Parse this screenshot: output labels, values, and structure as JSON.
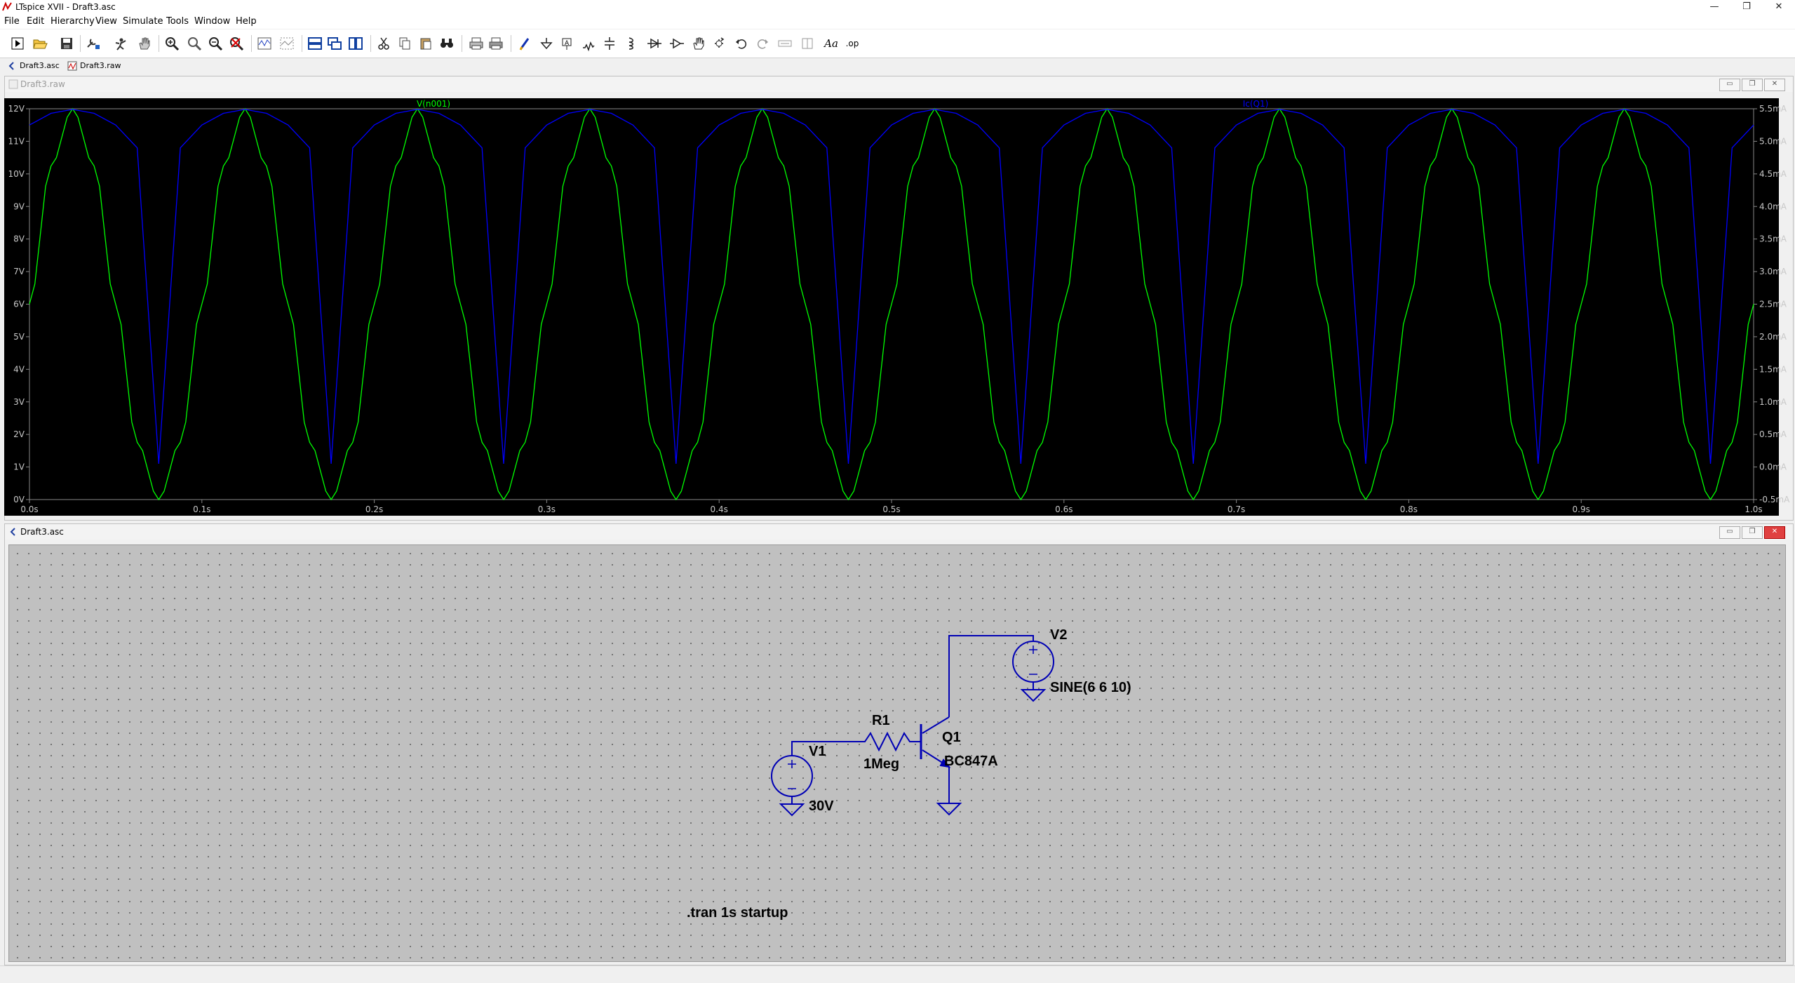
{
  "window": {
    "title": "LTspice XVII - Draft3.asc",
    "minimize": "—",
    "maximize": "❐",
    "close": "✕"
  },
  "menu": {
    "items": [
      "File",
      "Edit",
      "Hierarchy",
      "View",
      "Simulate",
      "Tools",
      "Window",
      "Help"
    ]
  },
  "tabs": [
    {
      "label": "Draft3.asc",
      "icon": "schematic-tab-icon"
    },
    {
      "label": "Draft3.raw",
      "icon": "waveform-tab-icon"
    }
  ],
  "toolbar": {
    "buttons": [
      "run-icon",
      "open-icon",
      "save-icon",
      "control-panel-icon",
      "halt-icon",
      "pan-icon",
      "zoom-in-icon",
      "zoom-area-icon",
      "zoom-out-icon",
      "zoom-cancel-icon",
      "autorange-icon",
      "grid-icon",
      "tile-horizontal-icon",
      "cascade-icon",
      "tile-vertical-icon",
      "cut-icon",
      "copy-icon",
      "paste-icon",
      "find-icon",
      "print-icon",
      "print-setup-icon",
      "draw-wire-icon",
      "ground-icon",
      "label-net-icon",
      "resistor-icon",
      "capacitor-icon",
      "inductor-icon",
      "diode-icon",
      "component-icon",
      "move-icon",
      "drag-icon",
      "undo-icon",
      "redo-icon",
      "rotate-icon",
      "mirror-icon",
      "text-icon",
      "spice-directive-icon"
    ],
    "text_labels": {
      "text-icon": "Aa",
      "spice-directive-icon": ".op"
    }
  },
  "plot_window": {
    "title": "Draft3.raw"
  },
  "schematic_window": {
    "title": "Draft3.asc"
  },
  "chart_data": {
    "type": "line",
    "x": [
      0,
      0.0125,
      0.025,
      0.0375,
      0.05,
      0.0625,
      0.075,
      0.0875,
      0.1,
      0.1125,
      0.125,
      0.1375,
      0.15,
      0.1625,
      0.175,
      0.1875,
      0.2,
      0.2125,
      0.225,
      0.2375,
      0.25,
      0.2625,
      0.275,
      0.2875,
      0.3,
      0.3125,
      0.325,
      0.3375,
      0.35,
      0.3625,
      0.375,
      0.3875,
      0.4,
      0.4125,
      0.425,
      0.4375,
      0.45,
      0.4625,
      0.475,
      0.4875,
      0.5,
      0.5125,
      0.525,
      0.5375,
      0.55,
      0.5625,
      0.575,
      0.5875,
      0.6,
      0.6125,
      0.625,
      0.6375,
      0.65,
      0.6625,
      0.675,
      0.6875,
      0.7,
      0.7125,
      0.725,
      0.7375,
      0.75,
      0.7625,
      0.775,
      0.7875,
      0.8,
      0.8125,
      0.825,
      0.8375,
      0.85,
      0.8625,
      0.875,
      0.8875,
      0.9,
      0.9125,
      0.925,
      0.9375,
      0.95,
      0.9625,
      0.975,
      0.9875,
      1.0
    ],
    "series": [
      {
        "name": "V(n001)",
        "axis": "left",
        "color": "#00ff00",
        "values": [
          6,
          10.24,
          12,
          10.24,
          6,
          1.76,
          0,
          1.76,
          6,
          10.24,
          12,
          10.24,
          6,
          1.76,
          0,
          1.76,
          6,
          10.24,
          12,
          10.24,
          6,
          1.76,
          0,
          1.76,
          6,
          10.24,
          12,
          10.24,
          6,
          1.76,
          0,
          1.76,
          6,
          10.24,
          12,
          10.24,
          6,
          1.76,
          0,
          1.76,
          6,
          10.24,
          12,
          10.24,
          6,
          1.76,
          0,
          1.76,
          6,
          10.24,
          12,
          10.24,
          6,
          1.76,
          0,
          1.76,
          6,
          10.24,
          12,
          10.24,
          6,
          1.76,
          0,
          1.76,
          6,
          10.24,
          12,
          10.24,
          6,
          1.76,
          0,
          1.76,
          6,
          10.24,
          12,
          10.24,
          6,
          1.76,
          0,
          1.76,
          6
        ]
      },
      {
        "name": "Ic(Q1)",
        "axis": "right",
        "color": "#0000ff",
        "values": [
          5.25,
          5.43,
          5.49,
          5.43,
          5.25,
          4.9,
          0.05,
          4.9,
          5.25,
          5.43,
          5.49,
          5.43,
          5.25,
          4.9,
          0.05,
          4.9,
          5.25,
          5.43,
          5.49,
          5.43,
          5.25,
          4.9,
          0.05,
          4.9,
          5.25,
          5.43,
          5.49,
          5.43,
          5.25,
          4.9,
          0.05,
          4.9,
          5.25,
          5.43,
          5.49,
          5.43,
          5.25,
          4.9,
          0.05,
          4.9,
          5.25,
          5.43,
          5.49,
          5.43,
          5.25,
          4.9,
          0.05,
          4.9,
          5.25,
          5.43,
          5.49,
          5.43,
          5.25,
          4.9,
          0.05,
          4.9,
          5.25,
          5.43,
          5.49,
          5.43,
          5.25,
          4.9,
          0.05,
          4.9,
          5.25,
          5.43,
          5.49,
          5.43,
          5.25,
          4.9,
          0.05,
          4.9,
          5.25,
          5.43,
          5.49,
          5.43,
          5.25,
          4.9,
          0.05,
          4.9,
          5.25
        ]
      }
    ],
    "xlim": [
      0,
      1.0
    ],
    "ylim_left": [
      0,
      12
    ],
    "ylim_right": [
      -0.5,
      5.5
    ],
    "x_ticks": [
      "0.0s",
      "0.1s",
      "0.2s",
      "0.3s",
      "0.4s",
      "0.5s",
      "0.6s",
      "0.7s",
      "0.8s",
      "0.9s",
      "1.0s"
    ],
    "y_left_ticks": [
      "0V",
      "1V",
      "2V",
      "3V",
      "4V",
      "5V",
      "6V",
      "7V",
      "8V",
      "9V",
      "10V",
      "11V",
      "12V"
    ],
    "y_right_ticks": [
      "-0.5mA",
      "0.0mA",
      "0.5mA",
      "1.0mA",
      "1.5mA",
      "2.0mA",
      "2.5mA",
      "3.0mA",
      "3.5mA",
      "4.0mA",
      "4.5mA",
      "5.0mA",
      "5.5mA"
    ],
    "background": "#000000",
    "grid": false
  },
  "schematic": {
    "v1_name": "V1",
    "v1_value": "30V",
    "r1_name": "R1",
    "r1_value": "1Meg",
    "q1_name": "Q1",
    "q1_model": "BC847A",
    "v2_name": "V2",
    "v2_value": "SINE(6 6 10)",
    "directive": ".tran 1s startup",
    "wire_color": "#0000b4"
  }
}
